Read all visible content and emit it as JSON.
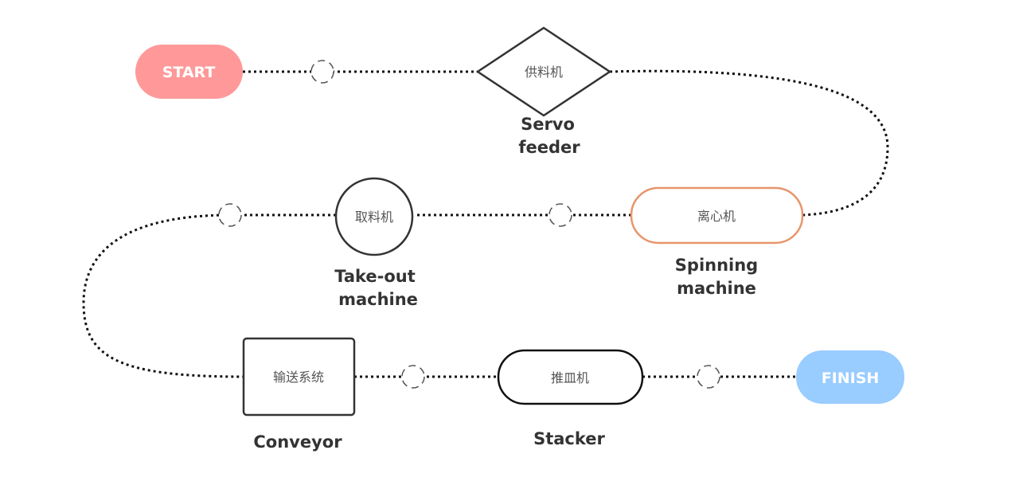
{
  "colors": {
    "start": "#ff9999",
    "finish": "#99ccff",
    "spinning_border": "#e8956b",
    "stroke": "#333333"
  },
  "start": {
    "label": "START"
  },
  "finish": {
    "label": "FINISH"
  },
  "nodes": {
    "servo_feeder": {
      "cn": "供料机",
      "en_line1": "Servo",
      "en_line2": "feeder",
      "shape": "diamond"
    },
    "spinning_machine": {
      "cn": "离心机",
      "en_line1": "Spinning",
      "en_line2": "machine",
      "shape": "rounded-rect"
    },
    "takeout_machine": {
      "cn": "取料机",
      "en_line1": "Take-out",
      "en_line2": "machine",
      "shape": "circle"
    },
    "conveyor": {
      "cn": "输送系统",
      "en": "Conveyor",
      "shape": "rect"
    },
    "stacker": {
      "cn": "推皿机",
      "en": "Stacker",
      "shape": "rounded-rect"
    }
  }
}
